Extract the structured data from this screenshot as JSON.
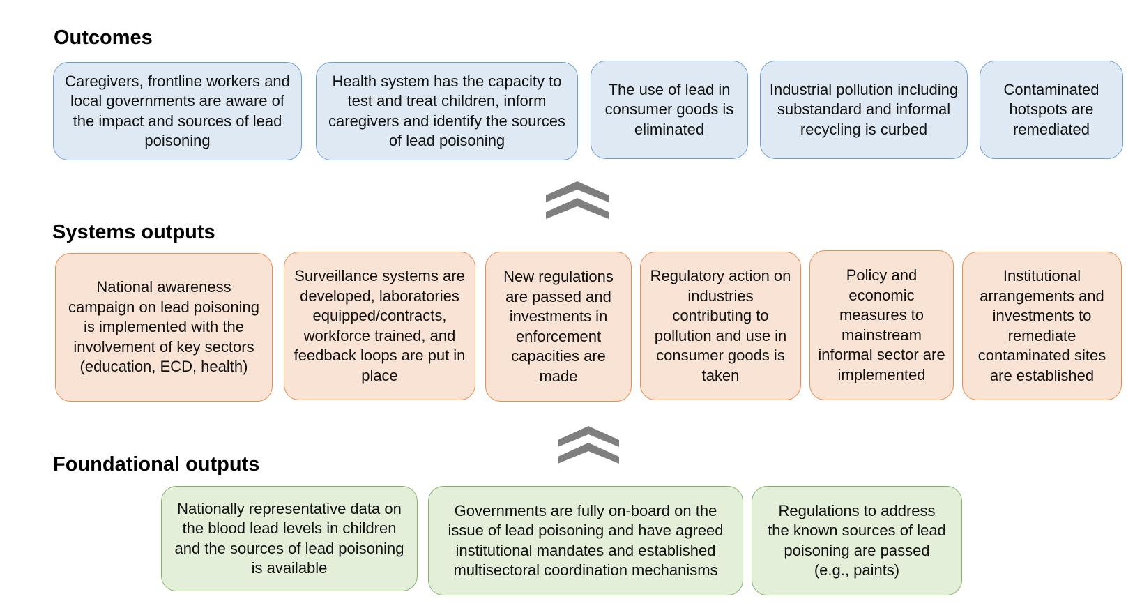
{
  "sections": {
    "outcomes": {
      "title": "Outcomes",
      "boxes": [
        "Caregivers, frontline workers and local governments are aware of the impact and sources of lead poisoning",
        "Health system has the capacity to test and treat children, inform caregivers and identify the sources of lead poisoning",
        "The use of lead in consumer goods is eliminated",
        "Industrial pollution including substandard and informal recycling is curbed",
        "Contaminated hotspots are remediated"
      ]
    },
    "systems": {
      "title": "Systems outputs",
      "boxes": [
        "National awareness campaign on lead poisoning is implemented with the involvement of key sectors (education, ECD, health)",
        "Surveillance systems are developed, laboratories equipped/contracts, workforce trained, and feedback loops are put in place",
        "New regulations are passed and investments in enforcement capacities are made",
        "Regulatory action on industries contributing to pollution and use in consumer goods is taken",
        "Policy and economic measures to mainstream informal sector are implemented",
        "Institutional arrangements and investments to remediate contaminated sites are established"
      ]
    },
    "foundational": {
      "title": "Foundational outputs",
      "boxes": [
        "Nationally representative data on the blood lead levels in children and the sources of lead poisoning is available",
        "Governments are fully on-board on the issue of lead poisoning and have agreed institutional mandates and established multisectoral coordination mechanisms",
        "Regulations to address the known sources of lead poisoning are passed (e.g., paints)"
      ]
    }
  },
  "colors": {
    "outcome_fill": "#dfe9f4",
    "outcome_border": "#6a9fd6",
    "system_fill": "#f9e3d4",
    "system_border": "#ee8c4a",
    "found_fill": "#e4efd9",
    "found_border": "#80b563",
    "arrow": "#7f7f7f"
  },
  "icons": [
    "double-chevron-up-icon",
    "double-chevron-up-icon"
  ]
}
